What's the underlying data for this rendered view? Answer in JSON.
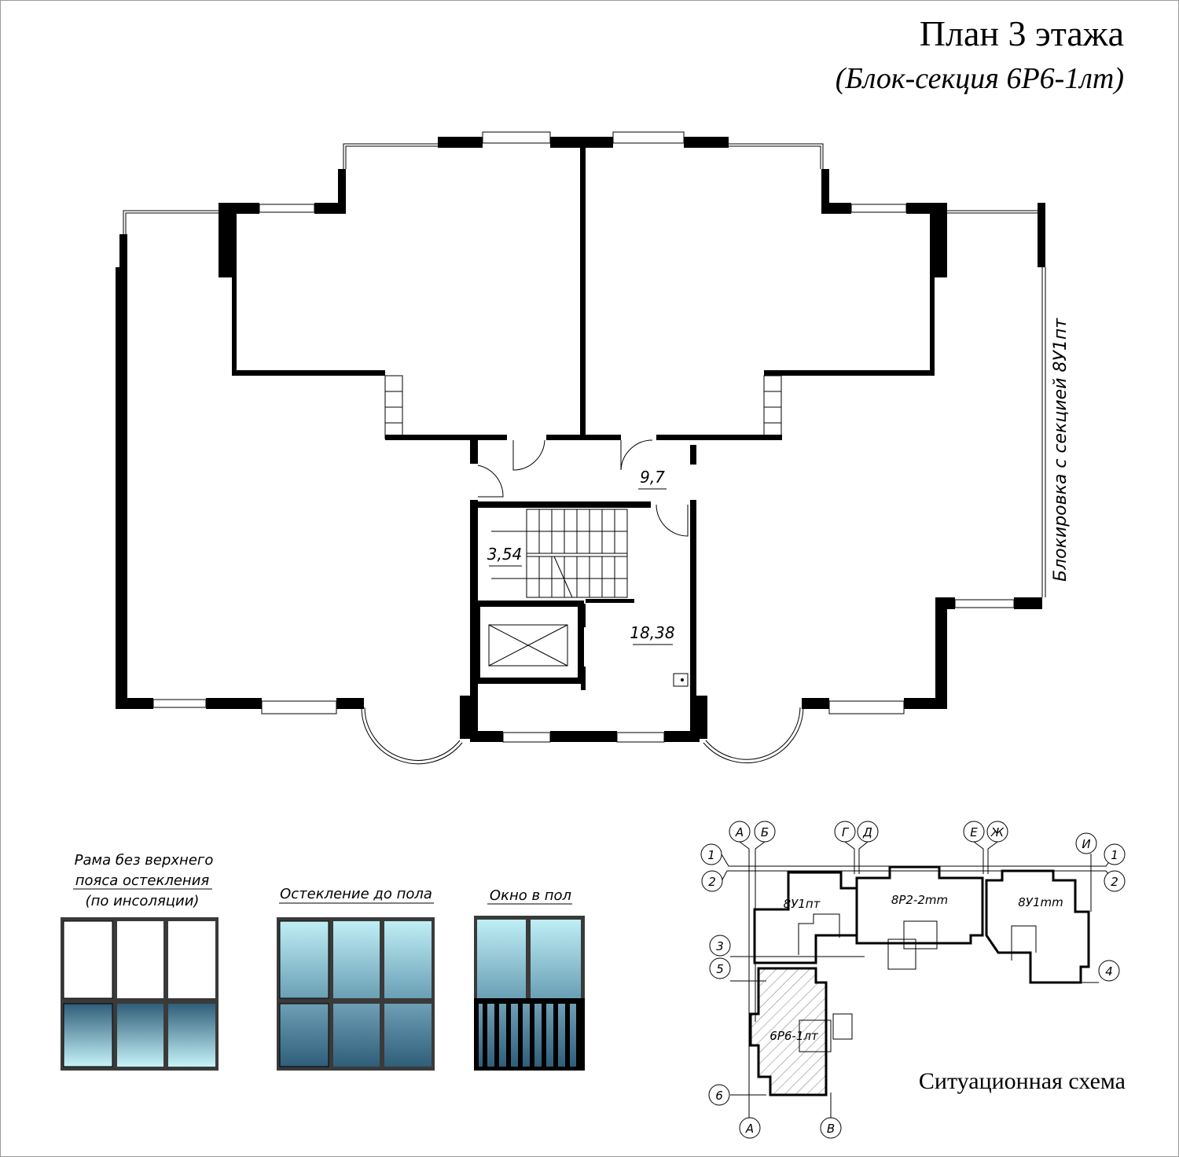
{
  "header": {
    "title": "План 3 этажа",
    "subtitle": "(Блок-секция 6Р6-1лт)"
  },
  "plan": {
    "area_corridor": "9,7",
    "area_stair": "3,54",
    "area_hall": "18,38",
    "side_note": "Блокировка с секцией 8У1пт"
  },
  "legend": [
    {
      "label_lines": [
        "Рама без верхнего",
        "пояса остекления",
        "(по инсоляции)"
      ]
    },
    {
      "label": "Остекление до пола"
    },
    {
      "label": "Окно в пол"
    }
  ],
  "scheme": {
    "title": "Ситуационная схема",
    "blocks": [
      "8У1пт",
      "8Р2-2mm",
      "8У1mm",
      "6Р6-1лт"
    ],
    "axes_top": [
      "А",
      "Б",
      "Г",
      "Д",
      "Е",
      "Ж",
      "И"
    ],
    "axes_bottom": [
      "А",
      "В"
    ],
    "rows_left": [
      "1",
      "2",
      "3",
      "5",
      "6"
    ],
    "rows_right": [
      "1",
      "2",
      "4"
    ]
  },
  "colors": {
    "wall": "#000000",
    "frame": "#3a3a3a",
    "glass_light": "#bfeef5",
    "glass_dark": "#2f5e7a"
  }
}
